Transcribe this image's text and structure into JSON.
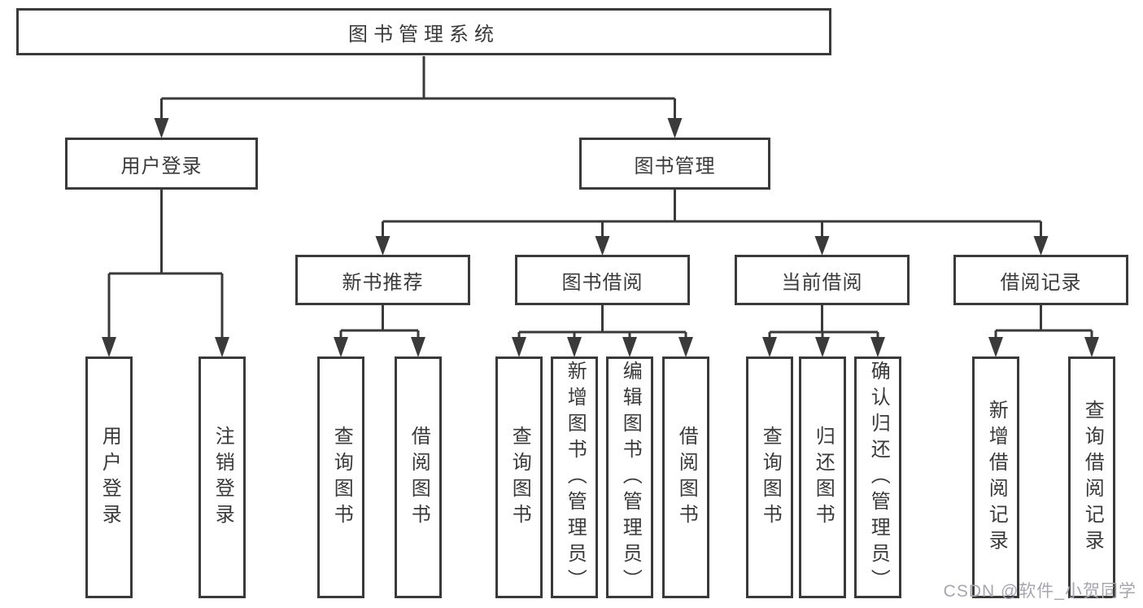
{
  "colors": {
    "line": "#3a3a3a",
    "text": "#3a3a3a",
    "background": "#ffffff",
    "watermark_text": "#a6a6af"
  },
  "watermark": "CSDN @软件_小贺同学",
  "tree": {
    "label": "图书管理系统",
    "children": [
      {
        "label": "用户登录",
        "children": [
          {
            "label": "用户登录"
          },
          {
            "label": "注销登录"
          }
        ]
      },
      {
        "label": "图书管理",
        "children": [
          {
            "label": "新书推荐",
            "children": [
              {
                "label": "查询图书"
              },
              {
                "label": "借阅图书"
              }
            ]
          },
          {
            "label": "图书借阅",
            "children": [
              {
                "label": "查询图书"
              },
              {
                "label": "新增图书（管理员）"
              },
              {
                "label": "编辑图书（管理员）"
              },
              {
                "label": "借阅图书"
              }
            ]
          },
          {
            "label": "当前借阅",
            "children": [
              {
                "label": "查询图书"
              },
              {
                "label": "归还图书"
              },
              {
                "label": "确认归还（管理员）"
              }
            ]
          },
          {
            "label": "借阅记录",
            "children": [
              {
                "label": "新增借阅记录"
              },
              {
                "label": "查询借阅记录"
              }
            ]
          }
        ]
      }
    ]
  }
}
